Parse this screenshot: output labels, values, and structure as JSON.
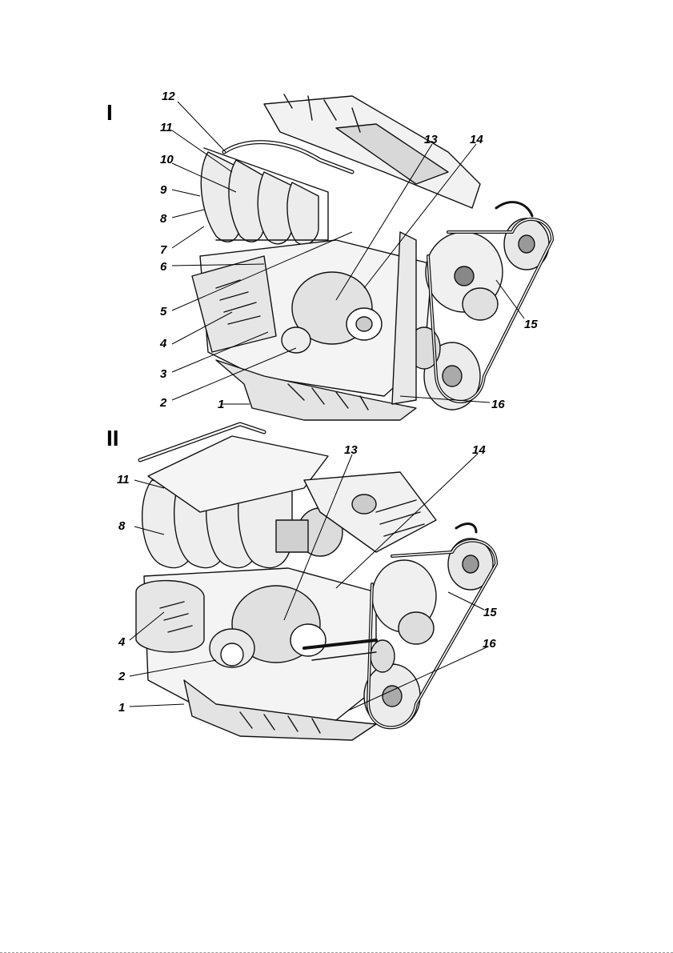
{
  "views": [
    {
      "label": "I",
      "callouts": [
        "1",
        "2",
        "3",
        "4",
        "5",
        "6",
        "7",
        "8",
        "9",
        "10",
        "11",
        "12",
        "13",
        "14",
        "15",
        "16"
      ]
    },
    {
      "label": "II",
      "callouts": [
        "1",
        "2",
        "4",
        "8",
        "11",
        "13",
        "14",
        "15",
        "16"
      ]
    }
  ]
}
